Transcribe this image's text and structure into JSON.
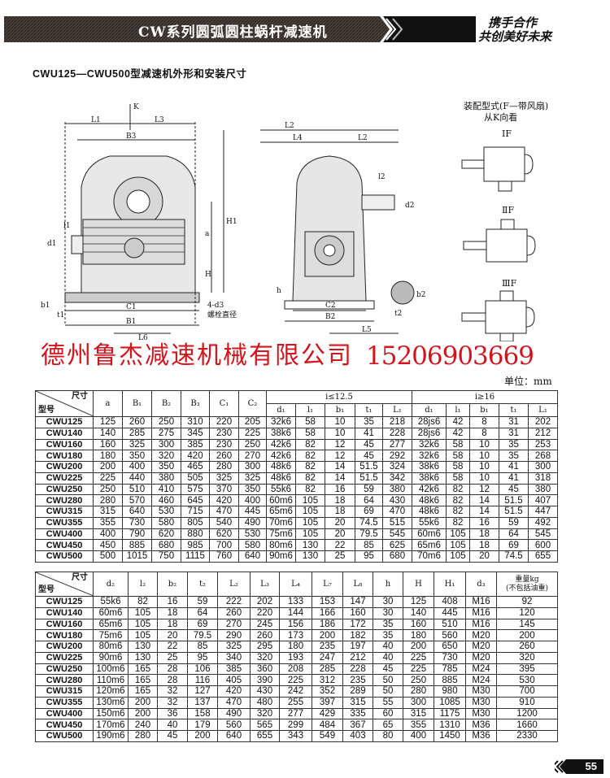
{
  "header": {
    "title": "CW系列圆弧圆柱蜗杆减速机",
    "slogan": [
      "携手合作",
      "共创美好未来"
    ]
  },
  "subtitle": "CWU125—CWU500型减速机外形和安装尺寸",
  "diagram": {
    "front_labels": [
      "K",
      "L1",
      "L3",
      "B3",
      "l1",
      "d1",
      "a",
      "H1",
      "H",
      "4-d3",
      "螺栓直径",
      "C1",
      "B1",
      "L6",
      "b1",
      "t1"
    ],
    "side_labels": [
      "L2",
      "L4",
      "L2",
      "l2",
      "d2",
      "h",
      "C2",
      "B2",
      "L5",
      "t2",
      "b2"
    ],
    "assembly_title": "装配型式(F—带风扇)",
    "assembly_subtitle": "从K向看",
    "assembly_types": [
      "ⅠF",
      "ⅡF",
      "ⅢF"
    ]
  },
  "company": "德州鲁杰减速机械有限公司",
  "phone": "15206903669",
  "unit": "单位：mm",
  "corner": {
    "top": "尺寸",
    "bottom": "型号"
  },
  "table1": {
    "headers": [
      "a",
      "B₁",
      "B₂",
      "B₃",
      "C₁",
      "C₂"
    ],
    "group1": "i≤12.5",
    "group2": "i≥16",
    "sub": [
      "d₁",
      "l₁",
      "b₁",
      "t₁",
      "L₁",
      "d₁",
      "l₁",
      "b₁",
      "t₁",
      "L₁"
    ],
    "rows": [
      [
        "CWU125",
        "125",
        "260",
        "250",
        "310",
        "220",
        "205",
        "32k6",
        "58",
        "10",
        "35",
        "218",
        "28js6",
        "42",
        "8",
        "31",
        "202"
      ],
      [
        "CWU140",
        "140",
        "285",
        "275",
        "345",
        "230",
        "225",
        "38k6",
        "58",
        "10",
        "41",
        "228",
        "28js6",
        "42",
        "8",
        "31",
        "212"
      ],
      [
        "CWU160",
        "160",
        "325",
        "300",
        "385",
        "230",
        "250",
        "42k6",
        "82",
        "12",
        "45",
        "277",
        "32k6",
        "58",
        "10",
        "35",
        "253"
      ],
      [
        "CWU180",
        "180",
        "350",
        "320",
        "420",
        "260",
        "270",
        "42k6",
        "82",
        "12",
        "45",
        "292",
        "32k6",
        "58",
        "10",
        "35",
        "268"
      ],
      [
        "CWU200",
        "200",
        "400",
        "350",
        "465",
        "280",
        "300",
        "48k6",
        "82",
        "14",
        "51.5",
        "324",
        "38k6",
        "58",
        "10",
        "41",
        "300"
      ],
      [
        "CWU225",
        "225",
        "440",
        "380",
        "505",
        "325",
        "325",
        "48k6",
        "82",
        "14",
        "51.5",
        "342",
        "38k6",
        "58",
        "10",
        "41",
        "318"
      ],
      [
        "CWU250",
        "250",
        "510",
        "410",
        "575",
        "370",
        "350",
        "55k6",
        "82",
        "16",
        "59",
        "380",
        "42k6",
        "82",
        "12",
        "45",
        "380"
      ],
      [
        "CWU280",
        "280",
        "570",
        "460",
        "645",
        "420",
        "400",
        "60m6",
        "105",
        "18",
        "64",
        "430",
        "48k6",
        "82",
        "14",
        "51.5",
        "407"
      ],
      [
        "CWU315",
        "315",
        "640",
        "530",
        "715",
        "470",
        "445",
        "65m6",
        "105",
        "18",
        "69",
        "470",
        "48k6",
        "82",
        "14",
        "51.5",
        "447"
      ],
      [
        "CWU355",
        "355",
        "730",
        "580",
        "805",
        "540",
        "490",
        "70m6",
        "105",
        "20",
        "74.5",
        "515",
        "55k6",
        "82",
        "16",
        "59",
        "492"
      ],
      [
        "CWU400",
        "400",
        "790",
        "620",
        "880",
        "620",
        "530",
        "75m6",
        "105",
        "20",
        "79.5",
        "545",
        "60m6",
        "105",
        "18",
        "64",
        "545"
      ],
      [
        "CWU450",
        "450",
        "885",
        "680",
        "985",
        "700",
        "580",
        "80m6",
        "130",
        "22",
        "85",
        "625",
        "65m6",
        "105",
        "18",
        "69",
        "600"
      ],
      [
        "CWU500",
        "500",
        "1015",
        "750",
        "1115",
        "760",
        "640",
        "90m6",
        "130",
        "25",
        "95",
        "680",
        "70m6",
        "105",
        "20",
        "74.5",
        "655"
      ]
    ]
  },
  "table2": {
    "headers": [
      "d₂",
      "l₂",
      "b₂",
      "t₂",
      "L₂",
      "L₃",
      "L₄",
      "L₇",
      "L₈",
      "h",
      "H",
      "H₁",
      "d₃"
    ],
    "weight": [
      "重量kg",
      "(不包括油重)"
    ],
    "rows": [
      [
        "CWU125",
        "55k6",
        "82",
        "16",
        "59",
        "222",
        "202",
        "133",
        "153",
        "147",
        "30",
        "125",
        "408",
        "M16",
        "92"
      ],
      [
        "CWU140",
        "60m6",
        "105",
        "18",
        "64",
        "260",
        "220",
        "144",
        "166",
        "160",
        "30",
        "140",
        "445",
        "M16",
        "120"
      ],
      [
        "CWU160",
        "65m6",
        "105",
        "18",
        "69",
        "270",
        "245",
        "156",
        "186",
        "172",
        "35",
        "160",
        "510",
        "M16",
        "145"
      ],
      [
        "CWU180",
        "75m6",
        "105",
        "20",
        "79.5",
        "290",
        "260",
        "173",
        "200",
        "182",
        "35",
        "180",
        "560",
        "M20",
        "200"
      ],
      [
        "CWU200",
        "80m6",
        "130",
        "22",
        "85",
        "325",
        "295",
        "180",
        "235",
        "197",
        "40",
        "200",
        "650",
        "M20",
        "260"
      ],
      [
        "CWU225",
        "90m6",
        "130",
        "25",
        "95",
        "340",
        "320",
        "193",
        "247",
        "212",
        "40",
        "225",
        "730",
        "M20",
        "320"
      ],
      [
        "CWU250",
        "100m6",
        "165",
        "28",
        "106",
        "385",
        "360",
        "208",
        "285",
        "228",
        "45",
        "225",
        "785",
        "M24",
        "395"
      ],
      [
        "CWU280",
        "110m6",
        "165",
        "28",
        "116",
        "405",
        "390",
        "225",
        "312",
        "235",
        "50",
        "250",
        "885",
        "M24",
        "530"
      ],
      [
        "CWU315",
        "120m6",
        "165",
        "32",
        "127",
        "420",
        "430",
        "242",
        "352",
        "289",
        "50",
        "280",
        "980",
        "M30",
        "700"
      ],
      [
        "CWU355",
        "130m6",
        "200",
        "32",
        "137",
        "470",
        "480",
        "255",
        "397",
        "315",
        "55",
        "300",
        "1085",
        "M30",
        "910"
      ],
      [
        "CWU400",
        "150m6",
        "200",
        "36",
        "158",
        "490",
        "320",
        "277",
        "429",
        "335",
        "60",
        "315",
        "1175",
        "M30",
        "1200"
      ],
      [
        "CWU450",
        "170m6",
        "240",
        "40",
        "179",
        "560",
        "565",
        "299",
        "484",
        "367",
        "65",
        "355",
        "1310",
        "M36",
        "1660"
      ],
      [
        "CWU500",
        "190m6",
        "280",
        "45",
        "200",
        "640",
        "655",
        "343",
        "549",
        "403",
        "80",
        "400",
        "1450",
        "M36",
        "2330"
      ]
    ]
  },
  "page_number": "55",
  "colors": {
    "banner": "#3a3330",
    "accent_red": "#d4141c"
  }
}
